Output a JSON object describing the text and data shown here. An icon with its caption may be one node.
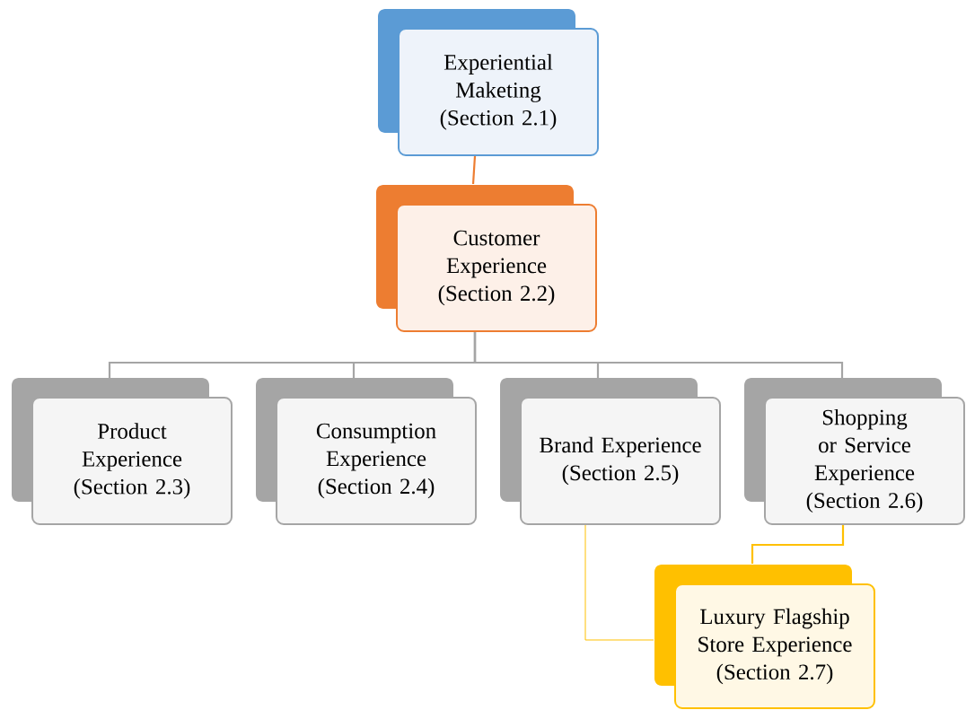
{
  "diagram": {
    "nodes": [
      {
        "text": [
          "Experiential Maketing (Section 2.1)"
        ]
      },
      {
        "text": [
          "Customer Experience (Section 2.2)"
        ]
      },
      {
        "text": [
          "Product Experience (Section 2.3)"
        ]
      },
      {
        "text": [
          "Consumption Experience (Section 2.4)"
        ]
      },
      {
        "text": [
          "Brand Experience (Section 2.5)"
        ]
      },
      {
        "text": [
          "Shopping or Service Experience (Section 2.6)"
        ]
      },
      {
        "text": [
          "Luxury Flagship Store Experience (Section 2.7)"
        ]
      }
    ],
    "edges": [
      {
        "from": 0,
        "to": 1,
        "arrow": "none",
        "color": "#ed7d31"
      },
      {
        "from": 1,
        "to": 2,
        "arrow": "none"
      },
      {
        "from": 1,
        "to": 3,
        "arrow": "none"
      },
      {
        "from": 1,
        "to": 4,
        "arrow": "none"
      },
      {
        "from": 1,
        "to": 5,
        "arrow": "none"
      },
      {
        "from": 5,
        "to": 6,
        "arrow": "none",
        "color": "#ffc000"
      },
      {
        "from": 4,
        "to": 6,
        "arrow": "none",
        "color": "#ffc000"
      }
    ]
  }
}
